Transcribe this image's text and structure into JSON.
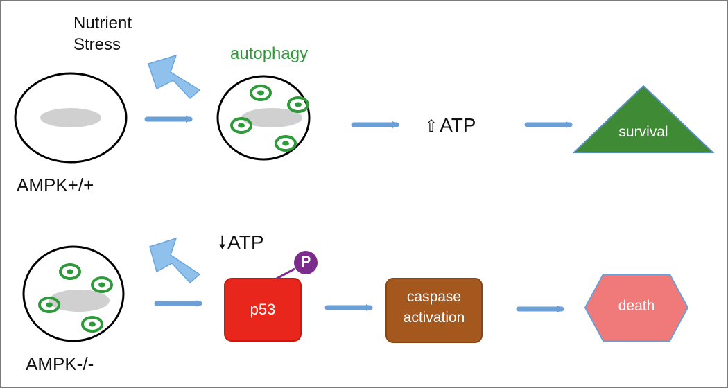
{
  "labels": {
    "nutrient_line1": "Nutrient",
    "nutrient_line2": "Stress",
    "autophagy": "autophagy",
    "ampk_wt": "AMPK+/+",
    "ampk_ko": "AMPK-/-",
    "atp_up_arrow": "⇧",
    "atp_up_text": "ATP",
    "atp_down_arrow": "🠗",
    "atp_down_text": "ATP",
    "survival": "survival",
    "p53": "p53",
    "phospho": "P",
    "caspase": "caspase activation",
    "death": "death"
  },
  "colors": {
    "arrow": "#6b9fd6",
    "lightning": "#8fc1ec",
    "vesicle": "#2e9a3a",
    "nucleus": "#d0d0d0",
    "survival": "#3f8a35",
    "p53": "#e8261c",
    "phospho": "#7b2c8c",
    "caspase": "#a5581e",
    "death": "#f07a7a"
  }
}
